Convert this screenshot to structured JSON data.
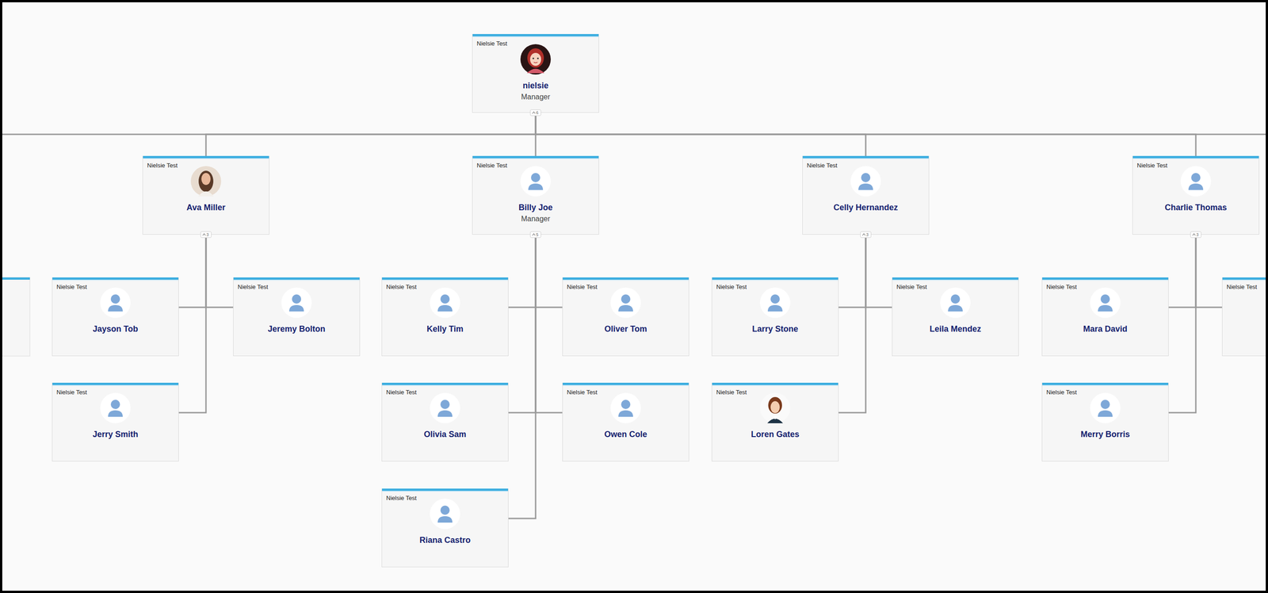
{
  "diagram": {
    "nodes": [
      {
        "text": [
          "Nielsie Test",
          "nielsie",
          "Manager"
        ]
      },
      {
        "text": [
          "Nielsie Test",
          "Ava Miller"
        ]
      },
      {
        "text": [
          "Nielsie Test",
          "Billy Joe",
          "Manager"
        ]
      },
      {
        "text": [
          "Nielsie Test",
          "Celly Hernandez"
        ]
      },
      {
        "text": [
          "Nielsie Test",
          "Charlie Thomas"
        ]
      },
      {
        "text": [
          "Nielsie Test",
          "Jayson Tob"
        ]
      },
      {
        "text": [
          "Nielsie Test",
          "Jeremy Bolton"
        ]
      },
      {
        "text": [
          "Nielsie Test",
          "Kelly Tim"
        ]
      },
      {
        "text": [
          "Nielsie Test",
          "Oliver Tom"
        ]
      },
      {
        "text": [
          "Nielsie Test",
          "Larry Stone"
        ]
      },
      {
        "text": [
          "Nielsie Test",
          "Leila Mendez"
        ]
      },
      {
        "text": [
          "Nielsie Test",
          "Mara David"
        ]
      },
      {
        "text": [
          "Nielsie Test"
        ]
      },
      {
        "text": [
          "Nielsie Test",
          "Jerry Smith"
        ]
      },
      {
        "text": [
          "Nielsie Test",
          "Olivia Sam"
        ]
      },
      {
        "text": [
          "Nielsie Test",
          "Owen Cole"
        ]
      },
      {
        "text": [
          "Nielsie Test",
          "Loren Gates"
        ]
      },
      {
        "text": [
          "Nielsie Test",
          "Merry Borris"
        ]
      },
      {
        "text": [
          "Nielsie Test",
          "Riana Castro"
        ]
      }
    ],
    "edges": [
      {
        "from": 0,
        "to": 1,
        "arrow": "none"
      },
      {
        "from": 0,
        "to": 2,
        "arrow": "none"
      },
      {
        "from": 0,
        "to": 3,
        "arrow": "none"
      },
      {
        "from": 0,
        "to": 4,
        "arrow": "none"
      },
      {
        "from": 1,
        "to": 5,
        "arrow": "none"
      },
      {
        "from": 1,
        "to": 6,
        "arrow": "none"
      },
      {
        "from": 1,
        "to": 13,
        "arrow": "none"
      },
      {
        "from": 2,
        "to": 7,
        "arrow": "none"
      },
      {
        "from": 2,
        "to": 8,
        "arrow": "none"
      },
      {
        "from": 2,
        "to": 14,
        "arrow": "none"
      },
      {
        "from": 2,
        "to": 15,
        "arrow": "none"
      },
      {
        "from": 2,
        "to": 18,
        "arrow": "none"
      },
      {
        "from": 3,
        "to": 9,
        "arrow": "none"
      },
      {
        "from": 3,
        "to": 10,
        "arrow": "none"
      },
      {
        "from": 3,
        "to": 16,
        "arrow": "none"
      },
      {
        "from": 4,
        "to": 11,
        "arrow": "none"
      },
      {
        "from": 4,
        "to": 12,
        "arrow": "none"
      },
      {
        "from": 4,
        "to": 17,
        "arrow": "none"
      }
    ],
    "labels": [
      "6",
      "3",
      "5",
      "3",
      "3"
    ]
  }
}
